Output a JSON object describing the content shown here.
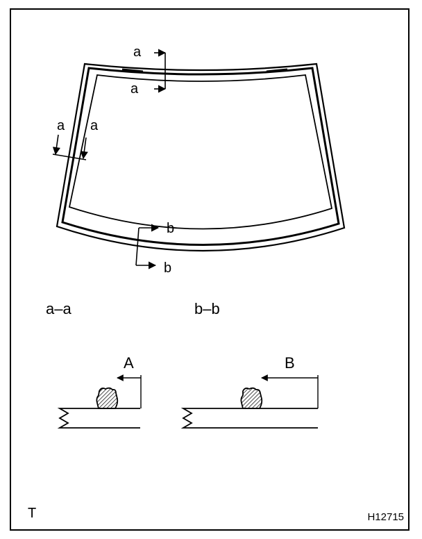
{
  "labels": {
    "top_a_upper": "a",
    "top_a_lower": "a",
    "side_a_left": "a",
    "side_a_right": "a",
    "bottom_b_upper": "b",
    "bottom_b_lower": "b"
  },
  "sections": {
    "left_title": "a–a",
    "right_title": "b–b",
    "left_dim": "A",
    "right_dim": "B"
  },
  "corner_mark": "T",
  "figure_id": "H12715"
}
